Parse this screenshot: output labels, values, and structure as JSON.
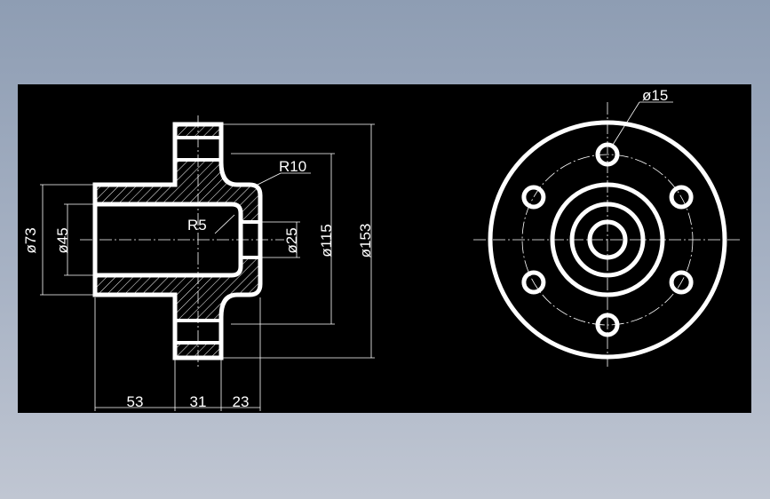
{
  "drawing": {
    "background_color": "#000000",
    "line_color": "#ffffff",
    "hatch_color": "#ffffff"
  },
  "section_view": {
    "dimensions": {
      "dia_73": "ø73",
      "dia_45": "ø45",
      "dia_25": "ø25",
      "dia_115": "ø115",
      "dia_153": "ø153",
      "radius_10": "R10",
      "radius_5": "R5",
      "length_53": "53",
      "length_31": "31",
      "length_23": "23"
    }
  },
  "end_view": {
    "bolt_hole_label": "ø15",
    "bolt_hole_count": 6
  }
}
